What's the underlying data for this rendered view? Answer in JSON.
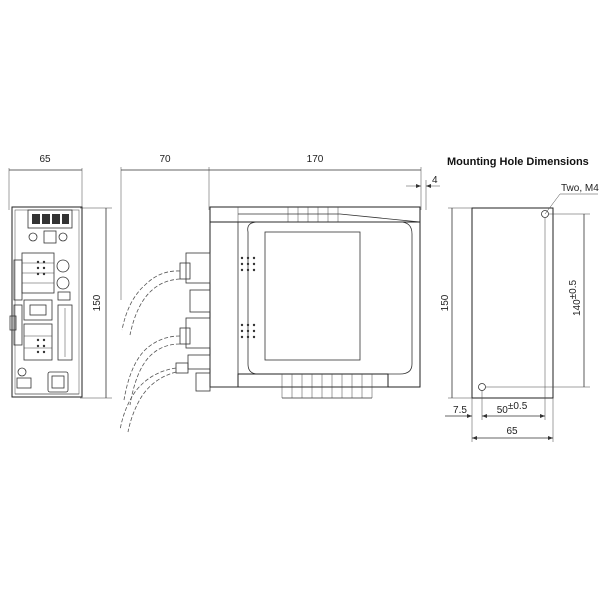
{
  "dimensions": {
    "front_width": "65",
    "side_depth_left": "70",
    "side_depth_body": "170",
    "front_height": "150",
    "side_offset": "4"
  },
  "mounting": {
    "title": "Mounting Hole Dimensions",
    "hole_note": "Two, M4",
    "height": "150",
    "hole_pitch_v": "140",
    "hole_pitch_v_tol": "±0.5",
    "edge_offset": "7.5",
    "hole_pitch_h": "50",
    "hole_pitch_h_tol": "±0.5",
    "width": "65"
  }
}
